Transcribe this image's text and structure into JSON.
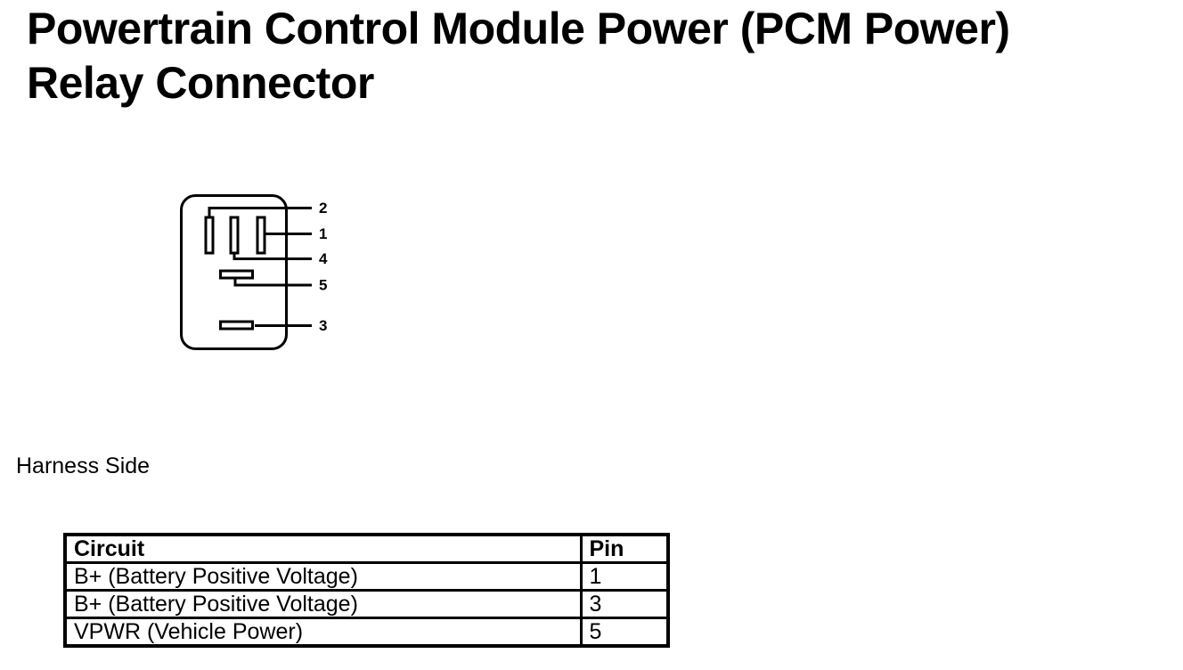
{
  "colors": {
    "ink": "#000000",
    "background": "#ffffff"
  },
  "header": {
    "title_lines": [
      "Powertrain Control Module Power (PCM Power)",
      "Relay Connector"
    ]
  },
  "diagram": {
    "caption": "Harness Side",
    "pin_labels": [
      "2",
      "1",
      "4",
      "5",
      "3"
    ]
  },
  "pin_table": {
    "headers": [
      "Circuit",
      "Pin"
    ],
    "rows": [
      {
        "circuit": "B+ (Battery Positive Voltage)",
        "pin": "1"
      },
      {
        "circuit": "B+ (Battery Positive Voltage)",
        "pin": "3"
      },
      {
        "circuit": "VPWR (Vehicle Power)",
        "pin": "5"
      }
    ]
  }
}
